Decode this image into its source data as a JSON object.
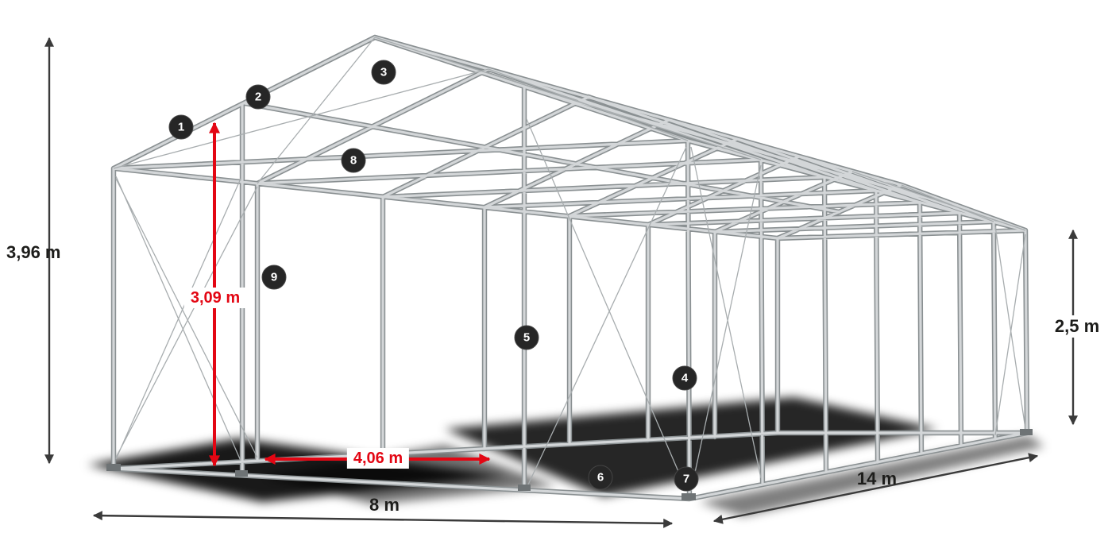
{
  "meta": {
    "title": "Tent steel-frame construction diagram"
  },
  "dimensions": {
    "total_height": "3,96 m",
    "clear_height": "3,09 m",
    "clear_width": "4,06 m",
    "width": "8 m",
    "length": "14 m",
    "side_height": "2,5 m"
  },
  "callouts": [
    "1",
    "2",
    "3",
    "4",
    "5",
    "6",
    "7",
    "8",
    "9"
  ],
  "colors": {
    "frame_light": "#d3d6d8",
    "frame_dark": "#8a9092",
    "dimension_red": "#e30613",
    "dimension_dark": "#3a3a3a",
    "badge_background": "#262626",
    "badge_text": "#ffffff",
    "background": "#ffffff"
  }
}
